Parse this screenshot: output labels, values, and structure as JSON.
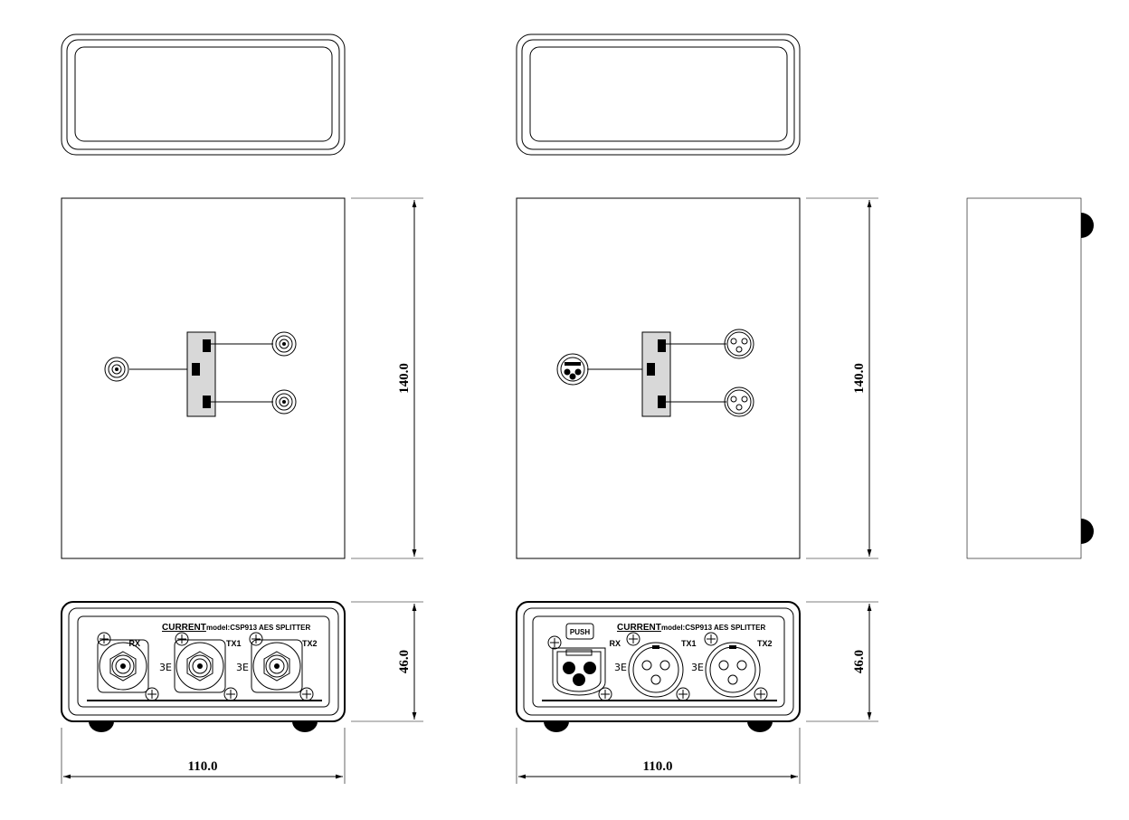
{
  "dimensions": {
    "left_height": "140.0",
    "right_height": "140.0",
    "left_front_height": "46.0",
    "right_front_height": "46.0",
    "left_width": "110.0",
    "right_width": "110.0"
  },
  "panels": {
    "bnc": {
      "brand": "CURRENT",
      "model": "model:CSP913 AES SPLITTER",
      "ports": [
        "RX",
        "TX1",
        "TX2"
      ]
    },
    "xlr": {
      "brand": "CURRENT",
      "model": "model:CSP913 AES SPLITTER",
      "ports": [
        "RX",
        "TX1",
        "TX2"
      ],
      "push_label": "PUSH"
    }
  },
  "isolation_symbol": "3E"
}
